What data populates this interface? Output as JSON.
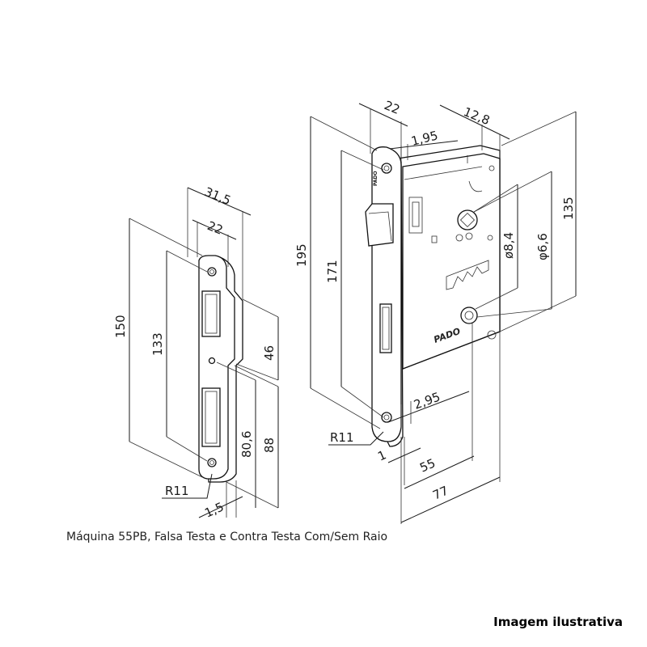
{
  "caption": "Máquina 55PB, Falsa Testa e Contra Testa Com/Sem Raio",
  "note": "Imagem ilustrativa",
  "brand": "PADO",
  "strike_plate": {
    "dims": {
      "width_total": "31,5",
      "width_face": "22",
      "height_total": "150",
      "height_inner": "133",
      "lip_height": "46",
      "lower_80": "80,6",
      "lower_88": "88",
      "radius": "R11",
      "thickness": "1,5"
    }
  },
  "lock_body": {
    "dims": {
      "face_width": "22",
      "body_depth": "12,8",
      "offset": "1,95",
      "height_total": "195",
      "height_inner": "171",
      "body_height": "135",
      "dia_small": "ø8,4",
      "dia_large": "φ6,6",
      "offset_bottom": "2,95",
      "radius": "R11",
      "face_thickness": "1",
      "backset": "55",
      "total_depth": "77"
    }
  }
}
